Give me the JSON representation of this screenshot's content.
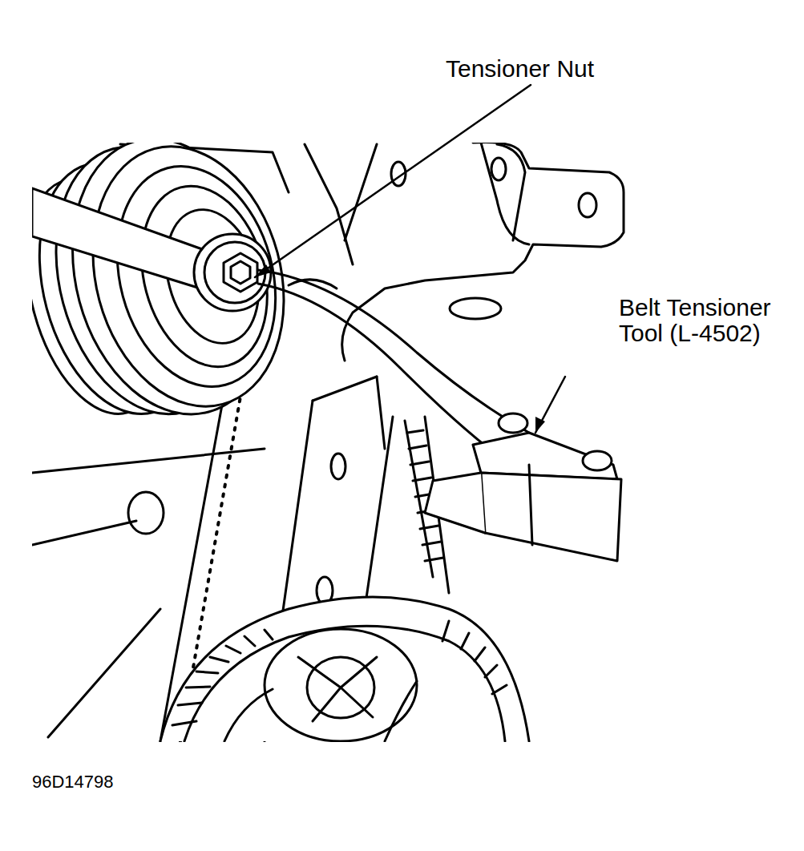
{
  "diagram": {
    "labels": [
      "Tensioner Nut",
      "Belt Tensioner Tool (L-4502)",
      "96D14798"
    ]
  }
}
